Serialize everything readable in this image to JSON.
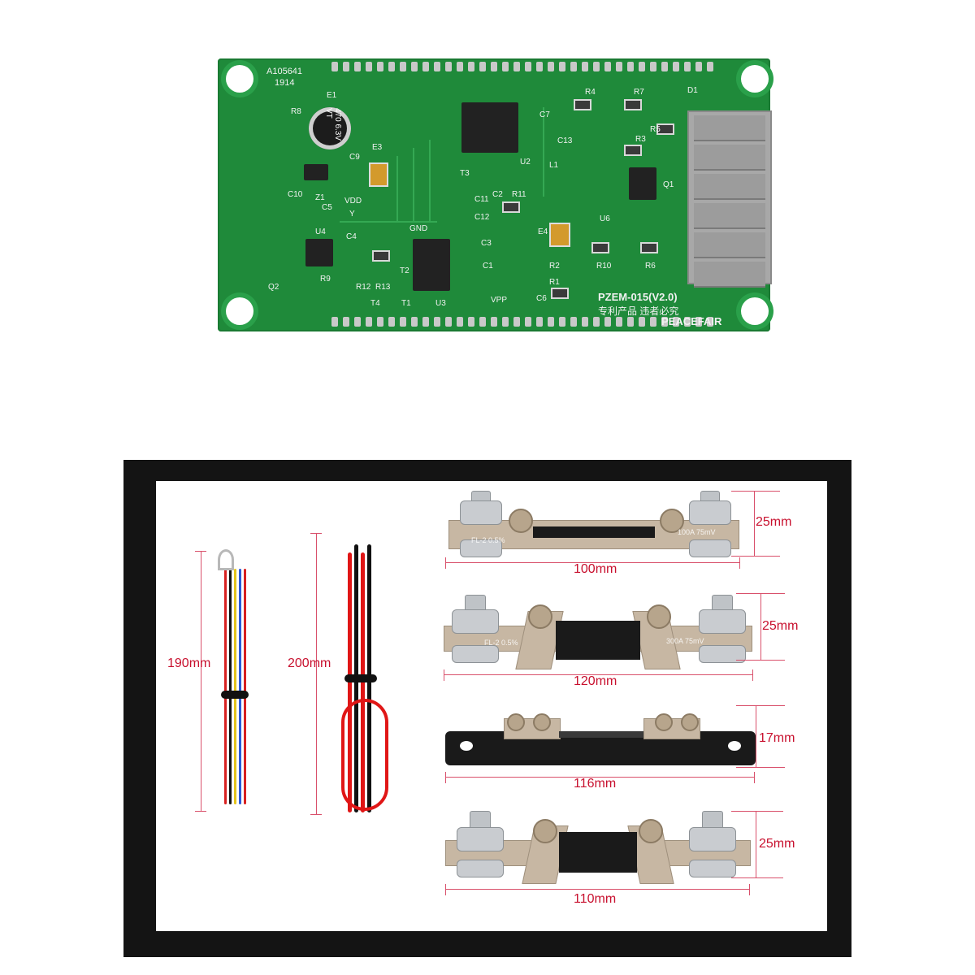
{
  "board": {
    "id": "A105641",
    "date": "1914",
    "model": "PZEM-015(V2.0)",
    "slogan": "专利产品 违者必究",
    "brand": "PEACEFAIR",
    "labels": [
      "R8",
      "E1",
      "C9",
      "E3",
      "C10",
      "Z1",
      "VDD",
      "C5",
      "Y",
      "U4",
      "C4",
      "GND",
      "Q2",
      "R9",
      "R12",
      "R13",
      "T2",
      "T4",
      "T1",
      "U3",
      "VPP",
      "C11",
      "C12",
      "C2",
      "R11",
      "C3",
      "E4",
      "C1",
      "R2",
      "R1",
      "C6",
      "C7",
      "R4",
      "R7",
      "D1",
      "R5",
      "R3",
      "C13",
      "U2",
      "L1",
      "T3",
      "Q1",
      "U6",
      "R10",
      "R6"
    ],
    "capacitor_marking": "470 6.3V VT"
  },
  "wires": {
    "left_length": "190mm",
    "right_length": "200mm"
  },
  "shunts": [
    {
      "width": "100mm",
      "height": "25mm",
      "stamp_left": "FL-2 0.5%",
      "stamp_right": "100A 75mV"
    },
    {
      "width": "120mm",
      "height": "25mm",
      "stamp_left": "FL-2 0.5%",
      "stamp_right": "300A 75mV"
    },
    {
      "width": "116mm",
      "height": "17mm"
    },
    {
      "width": "110mm",
      "height": "25mm"
    }
  ],
  "colors": {
    "pcb": "#1f8a3a",
    "dimension": "#c8102e",
    "frame": "#141414"
  }
}
